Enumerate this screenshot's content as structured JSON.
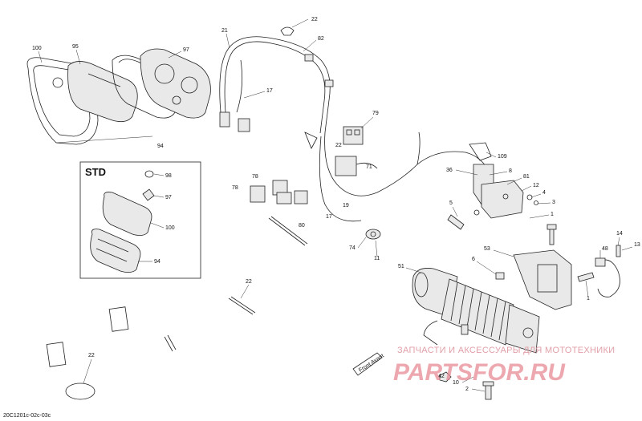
{
  "diagram": {
    "ref_code": "20C1201c-02c-03c",
    "std_box_title": "STD",
    "front_arrow_text": "Front Avant"
  },
  "watermark": {
    "line1": "ЗАПЧАСТИ И АКСЕССУАРЫ ДЛЯ МОТОТЕХНИКИ",
    "line2": "PARTSFOR.RU"
  },
  "callouts": [
    {
      "id": "100a",
      "text": "100"
    },
    {
      "id": "95",
      "text": "95"
    },
    {
      "id": "97a",
      "text": "97"
    },
    {
      "id": "94a",
      "text": "94"
    },
    {
      "id": "22a",
      "text": "22"
    },
    {
      "id": "21",
      "text": "21"
    },
    {
      "id": "82",
      "text": "82"
    },
    {
      "id": "17a",
      "text": "17"
    },
    {
      "id": "79",
      "text": "79"
    },
    {
      "id": "22b",
      "text": "22"
    },
    {
      "id": "71",
      "text": "71"
    },
    {
      "id": "109",
      "text": "109"
    },
    {
      "id": "36",
      "text": "36"
    },
    {
      "id": "8",
      "text": "8"
    },
    {
      "id": "81",
      "text": "81"
    },
    {
      "id": "12",
      "text": "12"
    },
    {
      "id": "4",
      "text": "4"
    },
    {
      "id": "3",
      "text": "3"
    },
    {
      "id": "5",
      "text": "5"
    },
    {
      "id": "1a",
      "text": "1"
    },
    {
      "id": "98",
      "text": "98"
    },
    {
      "id": "97b",
      "text": "97"
    },
    {
      "id": "100b",
      "text": "100"
    },
    {
      "id": "94b",
      "text": "94"
    },
    {
      "id": "78a",
      "text": "78"
    },
    {
      "id": "78b",
      "text": "78"
    },
    {
      "id": "80",
      "text": "80"
    },
    {
      "id": "19",
      "text": "19"
    },
    {
      "id": "17b",
      "text": "17"
    },
    {
      "id": "74",
      "text": "74"
    },
    {
      "id": "11",
      "text": "11"
    },
    {
      "id": "22c",
      "text": "22"
    },
    {
      "id": "51",
      "text": "51"
    },
    {
      "id": "6",
      "text": "6"
    },
    {
      "id": "53",
      "text": "53"
    },
    {
      "id": "48",
      "text": "48"
    },
    {
      "id": "14",
      "text": "14"
    },
    {
      "id": "13",
      "text": "13"
    },
    {
      "id": "1b",
      "text": "1"
    },
    {
      "id": "22d",
      "text": "22"
    },
    {
      "id": "42",
      "text": "42"
    },
    {
      "id": "10",
      "text": "10"
    },
    {
      "id": "2",
      "text": "2"
    }
  ]
}
